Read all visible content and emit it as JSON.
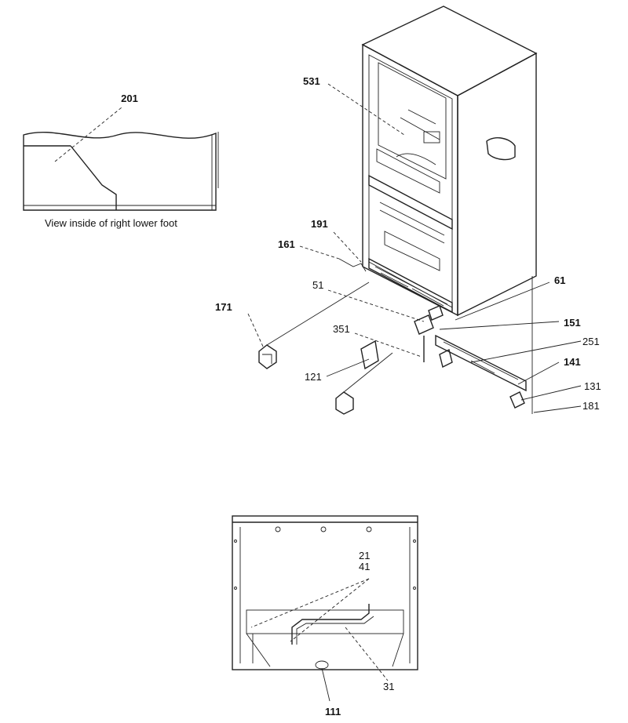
{
  "inset": {
    "caption": "View inside of right lower foot",
    "part": "201"
  },
  "labels": {
    "p531": "531",
    "p191": "191",
    "p161": "161",
    "p51": "51",
    "p61": "61",
    "p171": "171",
    "p151": "151",
    "p351": "351",
    "p251": "251",
    "p121": "121",
    "p141": "141",
    "p131": "131",
    "p181": "181",
    "p21": "21",
    "p41": "41",
    "p31": "31",
    "p111": "111"
  }
}
